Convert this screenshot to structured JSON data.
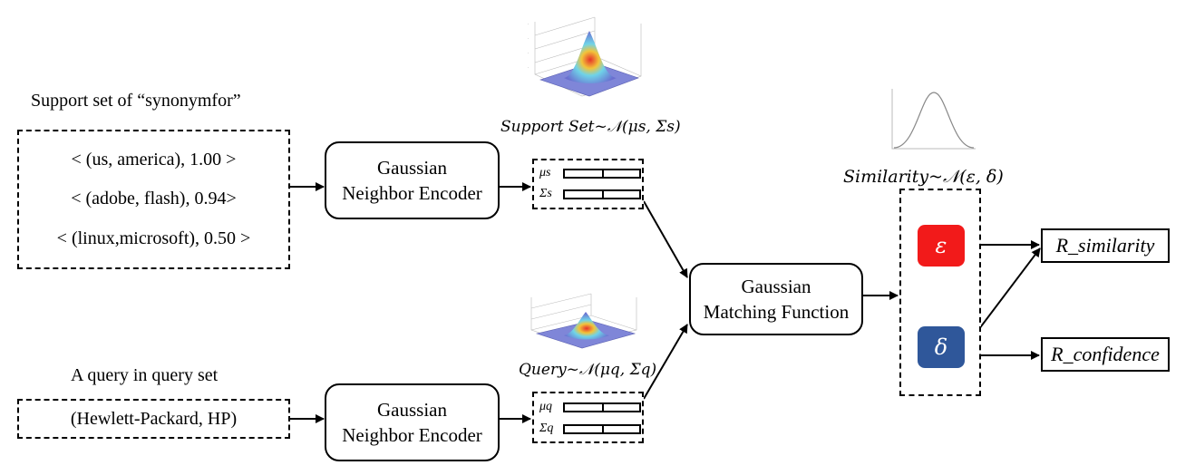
{
  "support": {
    "caption": "Support set of “synonymfor”",
    "items": [
      "< (us, america),  1.00 >",
      "< (adobe, flash), 0.94>",
      "< (linux,microsoft), 0.50 >"
    ]
  },
  "query": {
    "caption": "A query in query set",
    "item": "(Hewlett-Packard, HP)"
  },
  "encoder": {
    "line1": "Gaussian",
    "line2": "Neighbor Encoder"
  },
  "matcher": {
    "line1": "Gaussian",
    "line2": "Matching Function"
  },
  "support_formula": "Support Set~𝒩(μs, Σs)",
  "query_formula": "Query~𝒩(μq, Σq)",
  "similarity_formula": "Similarity~𝒩(ε, δ)",
  "vectors": {
    "support": {
      "mu": "μs",
      "sigma": "Σs"
    },
    "query": {
      "mu": "μq",
      "sigma": "Σq"
    }
  },
  "params": {
    "epsilon": {
      "symbol": "ε",
      "color": "#f21a1a"
    },
    "delta": {
      "symbol": "δ",
      "color": "#2f579a"
    }
  },
  "outputs": {
    "similarity": "R_similarity",
    "confidence": "R_confidence"
  }
}
